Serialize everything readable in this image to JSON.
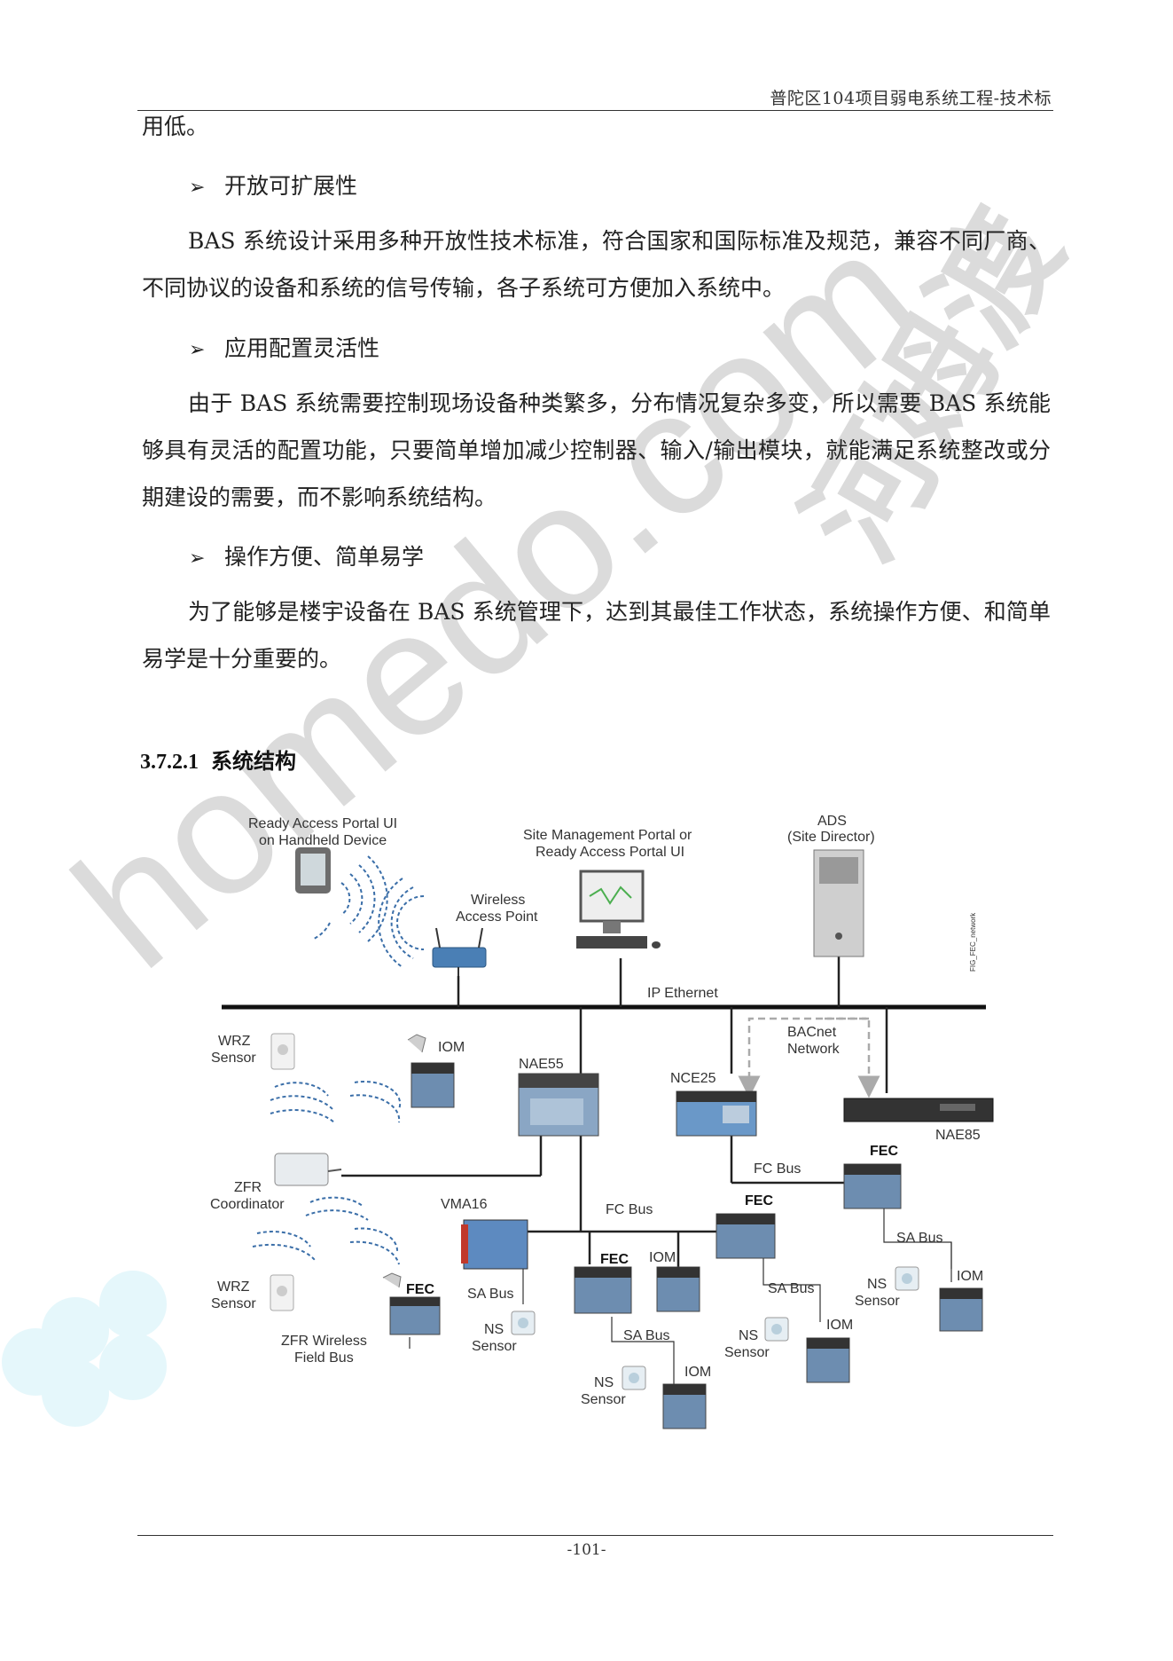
{
  "header": {
    "title": "普陀区104项目弱电系统工程-技术标"
  },
  "body": {
    "p0": "用低。",
    "b1": "开放可扩展性",
    "p1": "BAS 系统设计采用多种开放性技术标准，符合国家和国际标准及规范，兼容不同厂商、不同协议的设备和系统的信号传输，各子系统可方便加入系统中。",
    "b2": "应用配置灵活性",
    "p2": "由于 BAS 系统需要控制现场设备种类繁多，分布情况复杂多变，所以需要 BAS 系统能够具有灵活的配置功能，只要简单增加减少控制器、输入/输出模块，就能满足系统整改或分期建设的需要，而不影响系统结构。",
    "b3": "操作方便、简单易学",
    "p3": "为了能够是楼宇设备在 BAS 系统管理下，达到其最佳工作状态，系统操作方便、和简单易学是十分重要的。",
    "bullet_symbol": "➢"
  },
  "section": {
    "number": "3.7.2.1",
    "title": "系统结构"
  },
  "diagram": {
    "handheld": [
      "Ready Access Portal UI",
      "on Handheld Device"
    ],
    "site_mgmt": [
      "Site Management Portal or",
      "Ready Access Portal UI"
    ],
    "ads": [
      "ADS",
      "(Site Director)"
    ],
    "wap": [
      "Wireless",
      "Access Point"
    ],
    "ip_ethernet": "IP Ethernet",
    "fig_id": "FIG_FEC_network",
    "wrz1": [
      "WRZ",
      "Sensor"
    ],
    "iom_top": "IOM",
    "nae55": "NAE55",
    "nce25": "NCE25",
    "bacnet": [
      "BACnet",
      "Network"
    ],
    "nae85": "NAE85",
    "fec_right": "FEC",
    "fc_bus_right": "FC Bus",
    "zfr": [
      "ZFR",
      "Coordinator"
    ],
    "vma16": "VMA16",
    "fc_bus_mid": "FC Bus",
    "fec_center": "FEC",
    "sa_bus_right": "SA Bus",
    "ns_right": [
      "NS",
      "Sensor"
    ],
    "iom_right": "IOM",
    "fec_mid": "FEC",
    "iom_mid": "IOM",
    "sa_bus_vma": "SA Bus",
    "ns_vma": [
      "NS",
      "Sensor"
    ],
    "sa_bus_center": "SA Bus",
    "ns_center": [
      "NS",
      "Sensor"
    ],
    "iom_center": "IOM",
    "sa_bus_bottom": "SA Bus",
    "ns_bottom": [
      "NS",
      "Sensor"
    ],
    "iom_bottom": "IOM",
    "wrz2": [
      "WRZ",
      "Sensor"
    ],
    "fec_left": "FEC",
    "zfr_bus": [
      "ZFR Wireless",
      "Field Bus"
    ]
  },
  "footer": {
    "page_number": "-101-"
  },
  "watermark": {
    "text": "河姆渡",
    "url_text": "homedo.com"
  }
}
